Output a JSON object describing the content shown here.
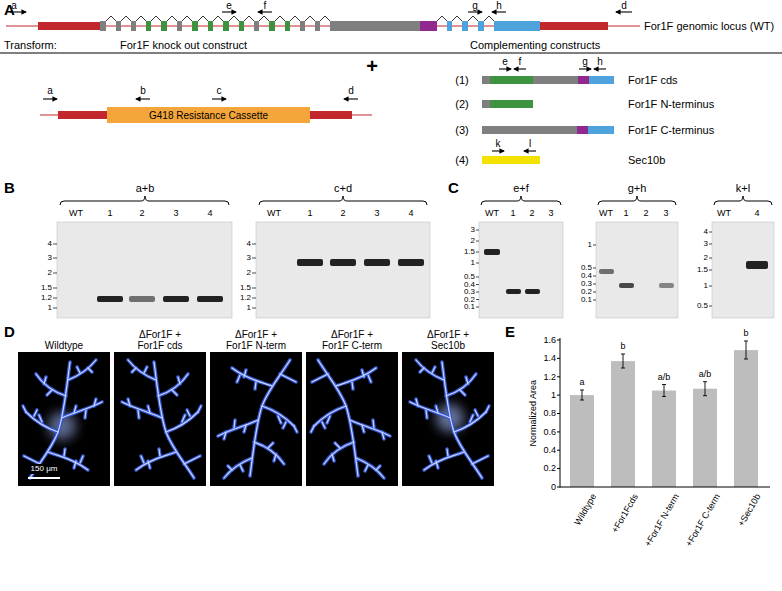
{
  "diagram": {
    "nodes": [
      {
        "text": [
          "G418 Resistance Cassette"
        ]
      },
      {
        "text": [
          "Wildtype"
        ]
      },
      {
        "text": [
          "ΔFor1F + For1F cds"
        ]
      },
      {
        "text": [
          "ΔFor1F + For1F N-term"
        ]
      },
      {
        "text": [
          "ΔFor1F + For1F C-term"
        ]
      },
      {
        "text": [
          "ΔFor1F + Sec10b"
        ]
      }
    ],
    "labels": [
      "A",
      "a",
      "e",
      "f",
      "g",
      "h",
      "d",
      "For1F genomic locus (WT)",
      "Transform:",
      "For1F knock out construct",
      "+",
      "Complementing constructs",
      "(1)",
      "e",
      "f",
      "g",
      "h",
      "For1F cds",
      "(2)",
      "For1F N-terminus",
      "(3)",
      "For1F C-terminus",
      "(4)",
      "k",
      "l",
      "Sec10b",
      "a",
      "b",
      "c",
      "d",
      "B",
      "a+b",
      "WT",
      "1",
      "2",
      "3",
      "4",
      "4",
      "3",
      "2",
      "1.5",
      "1.2",
      "1",
      "c+d",
      "WT",
      "1",
      "2",
      "3",
      "4",
      "4",
      "3",
      "2",
      "1.5",
      "1.2",
      "1",
      "C",
      "e+f",
      "WT",
      "1",
      "2",
      "3",
      "3",
      "2",
      "1.5",
      "1",
      "0.5",
      "0.4",
      "0.3",
      "0.2",
      "0.1",
      "g+h",
      "WT",
      "1",
      "2",
      "3",
      "1",
      "0.5",
      "0.4",
      "0.3",
      "0.2",
      "0.1",
      "k+l",
      "WT",
      "4",
      "4",
      "3",
      "2",
      "1.5",
      "1",
      "0.5",
      "D",
      "150 μm",
      "E",
      "Normalized Area",
      "0",
      "0.2",
      "0.4",
      "0.6",
      "0.8",
      "1",
      "1.2",
      "1.4",
      "1.6",
      "a",
      "b",
      "a/b",
      "a/b",
      "b",
      "Wildtype",
      "+For1Fcds",
      "+For1F N-term",
      "+For1F C-term",
      "+Sec10b"
    ]
  }
}
